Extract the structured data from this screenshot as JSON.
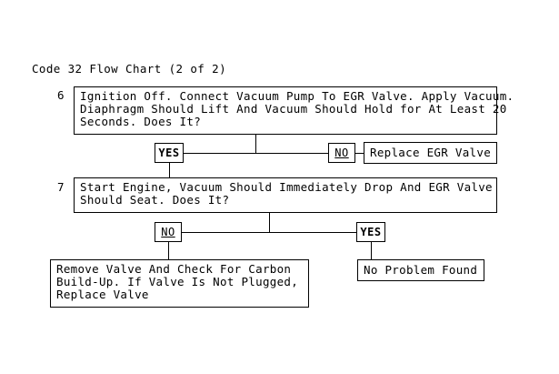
{
  "chart_data": {
    "type": "diagram",
    "title": "Code 32 Flow Chart (2 of 2)",
    "nodes": [
      {
        "id": "step6",
        "kind": "process",
        "number": "6",
        "text": "Ignition Off. Connect Vacuum Pump To EGR Valve. Apply Vacuum.\nDiaphragm Should Lift And Vacuum Should Hold for At Least 20\nSeconds. Does It?"
      },
      {
        "id": "yes1",
        "kind": "label",
        "text": "YES"
      },
      {
        "id": "no1",
        "kind": "label",
        "text": "NO"
      },
      {
        "id": "replace",
        "kind": "terminal",
        "text": "Replace EGR Valve"
      },
      {
        "id": "step7",
        "kind": "process",
        "number": "7",
        "text": "Start Engine, Vacuum Should Immediately Drop And EGR Valve\nShould Seat. Does It?"
      },
      {
        "id": "no2",
        "kind": "label",
        "text": "NO"
      },
      {
        "id": "yes2",
        "kind": "label",
        "text": "YES"
      },
      {
        "id": "remove",
        "kind": "terminal",
        "text": "Remove Valve And Check For Carbon\nBuild-Up. If Valve Is Not Plugged,\nReplace Valve"
      },
      {
        "id": "noproblem",
        "kind": "terminal",
        "text": "No Problem Found"
      }
    ],
    "edges": [
      {
        "from": "step6",
        "to": "yes1",
        "label": "YES"
      },
      {
        "from": "step6",
        "to": "no1",
        "label": "NO"
      },
      {
        "from": "no1",
        "to": "replace"
      },
      {
        "from": "yes1",
        "to": "step7"
      },
      {
        "from": "step7",
        "to": "no2",
        "label": "NO"
      },
      {
        "from": "step7",
        "to": "yes2",
        "label": "YES"
      },
      {
        "from": "no2",
        "to": "remove"
      },
      {
        "from": "yes2",
        "to": "noproblem"
      }
    ]
  },
  "title": "Code 32 Flow Chart (2 of 2)",
  "steps": {
    "six": {
      "number": "6",
      "text": "Ignition Off. Connect Vacuum Pump To EGR Valve. Apply Vacuum.\nDiaphragm Should Lift And Vacuum Should Hold for At Least 20\nSeconds. Does It?"
    },
    "seven": {
      "number": "7",
      "text": "Start Engine, Vacuum Should Immediately Drop And EGR Valve\nShould Seat. Does It?"
    }
  },
  "decisions": {
    "yes_step6": "YES",
    "no_step6": "NO",
    "no_step7": "NO",
    "yes_step7": "YES"
  },
  "outcomes": {
    "replace_egr_valve": "Replace EGR Valve",
    "remove_valve": "Remove Valve And Check For Carbon\nBuild-Up. If Valve Is Not Plugged,\nReplace Valve",
    "no_problem_found": "No Problem Found"
  },
  "colors": {
    "background": "#ffffff",
    "ink": "#000000",
    "border": "#000000"
  }
}
